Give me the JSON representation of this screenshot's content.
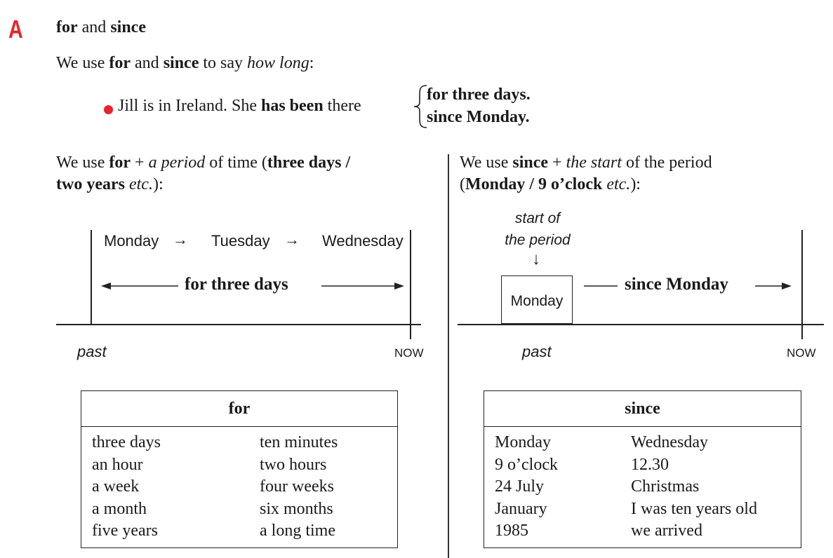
{
  "section": {
    "letter": "A",
    "title_for": "for",
    "title_and": " and ",
    "title_since": "since"
  },
  "intro": {
    "p1": "We use ",
    "for": "for",
    "and": " and ",
    "since": "since",
    "p2": " to say ",
    "how_long": "how long",
    "p3": ":"
  },
  "example": {
    "t1": "Jill is in Ireland. She ",
    "has_been": "has been",
    "t2": " there",
    "opt_for": "for three days.",
    "opt_since": "since Monday."
  },
  "for_col": {
    "h1": "We use ",
    "for": "for",
    "h2": " + ",
    "a_period": "a period",
    "h3": " of time (",
    "three_days": "three days",
    "slash": " /",
    "two_years": "two years",
    "etc": "etc.",
    "h4": "):",
    "timeline": {
      "day1": "Monday",
      "day2": "Tuesday",
      "day3": "Wednesday",
      "arrow": "→",
      "span_label": "for three days",
      "past": "past",
      "now": "NOW"
    },
    "table": {
      "header": "for",
      "left": [
        "three days",
        "an hour",
        "a week",
        "a month",
        "five years"
      ],
      "right": [
        "ten minutes",
        "two hours",
        "four weeks",
        "six months",
        "a long time"
      ]
    }
  },
  "since_col": {
    "h1": "We use ",
    "since": "since",
    "h2": " + ",
    "the_start": "the start",
    "h3": " of the period",
    "h4": "(",
    "monday_9": "Monday / 9 o’clock",
    "etc": "etc.",
    "h5": "):",
    "timeline": {
      "start_label_1": "start of",
      "start_label_2": "the period",
      "down_arrow": "↓",
      "box_day": "Monday",
      "span_label": "since Monday",
      "past": "past",
      "now": "NOW"
    },
    "table": {
      "header": "since",
      "left": [
        "Monday",
        "9 o’clock",
        "24 July",
        "January",
        "1985"
      ],
      "right": [
        "Wednesday",
        "12.30",
        "Christmas",
        "I was ten years old",
        "we arrived"
      ]
    }
  },
  "colors": {
    "accent": "#e8232a",
    "ink": "#1a1a1a"
  }
}
